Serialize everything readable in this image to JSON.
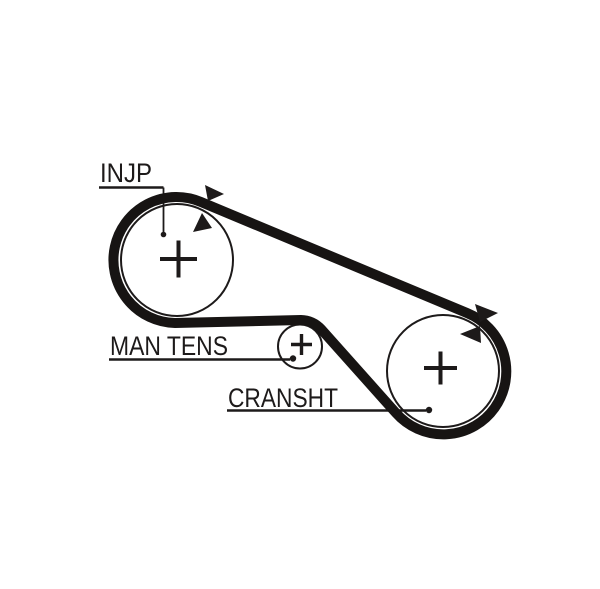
{
  "diagram": {
    "type": "timing-belt-routing",
    "background_color": "#ffffff",
    "ink_color": "#1d1a1a",
    "belt": {
      "color": "#171413",
      "direction": "clockwise"
    },
    "pulleys": [
      {
        "id": "injection-pump",
        "label": "INJP",
        "center_marker": "+",
        "size": "large"
      },
      {
        "id": "manual-tensioner",
        "label": "MAN TENS",
        "center_marker": "+",
        "size": "small"
      },
      {
        "id": "crankshaft",
        "label": "CRANSHT",
        "center_marker": "+",
        "size": "large"
      }
    ],
    "direction_arrow_pairs": [
      {
        "at": "injection-pump-top-right"
      },
      {
        "at": "crankshaft-top-right"
      }
    ]
  }
}
